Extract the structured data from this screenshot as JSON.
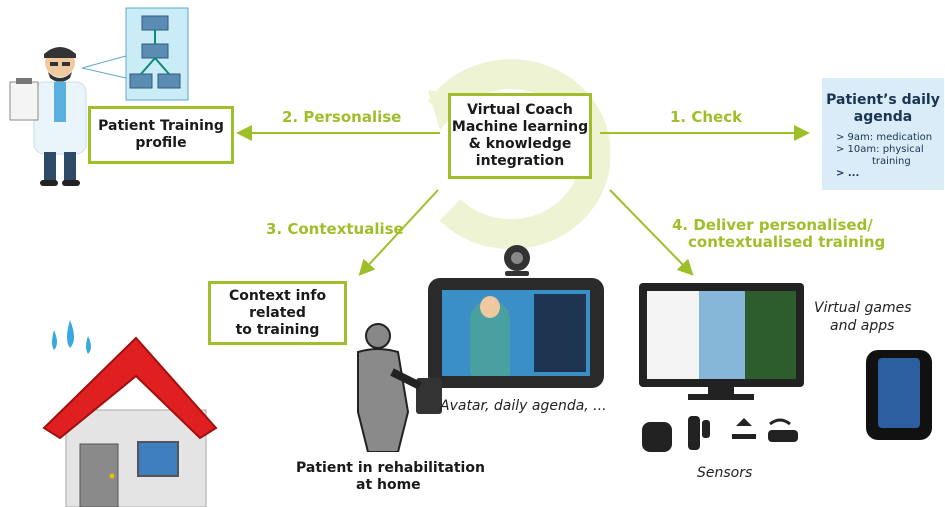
{
  "center": {
    "line1": "Virtual Coach",
    "line2": "Machine learning",
    "line3": "& knowledge",
    "line4": "integration"
  },
  "steps": {
    "check": "1. Check",
    "personalise": "2. Personalise",
    "contextualise": "3. Contextualise",
    "deliver_l1": "4. Deliver personalised/",
    "deliver_l2": "contextualised training"
  },
  "profile": {
    "line1": "Patient Training",
    "line2": "profile"
  },
  "agenda": {
    "title_l1": "Patient’s daily",
    "title_l2": "agenda",
    "items": [
      "> 9am: medication",
      "> 10am: physical",
      "training",
      "> ..."
    ]
  },
  "context": {
    "line1": "Context info",
    "line2": "related",
    "line3": "to training"
  },
  "captions": {
    "avatar": "Avatar, daily agenda, ...",
    "patient_l1": "Patient in rehabilitation",
    "patient_l2": "at home",
    "games_l1": "Virtual games",
    "games_l2": "and apps",
    "sensors": "Sensors"
  },
  "colors": {
    "accent": "#9fbf2a",
    "agenda_bg": "#d9ecf7",
    "roof": "#e02020",
    "avatar_screen": "#3b8fc7"
  }
}
